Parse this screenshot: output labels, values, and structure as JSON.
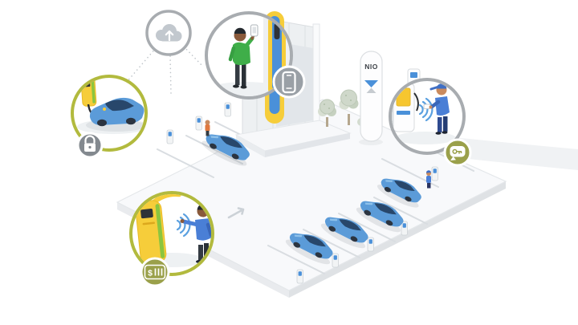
{
  "page": {
    "title": "NIO charging station services illustration",
    "background": "#ffffff"
  },
  "branding": {
    "tower_logo": "NIO"
  },
  "colors": {
    "accent_blue": "#4a90d9",
    "wifi_blue": "#5aa0e0",
    "car_blue": "#5b9bd8",
    "brand_yellow": "#f6cd3a",
    "brand_green": "#8bc53f",
    "shirt_green": "#3fae49",
    "uniform_blue": "#4a7fd6",
    "ring_gray": "#a8acb0",
    "ring_olive": "#b2ba3e",
    "badge_dark_gray": "#83898f",
    "badge_gray": "#9aa0a6",
    "badge_olive": "#9aa04a"
  },
  "callouts": {
    "cloud": {
      "icon": "cloud-upload-icon"
    },
    "car_charging": {
      "icon": "lock-icon"
    },
    "phone_user": {
      "icon": "smartphone-icon"
    },
    "attendant": {
      "icon": "key-chat-icon"
    },
    "payment": {
      "icon": "payment-icon",
      "label": "$"
    }
  },
  "scene": {
    "cars_on_lot": 5,
    "charging_posts": 8,
    "trees": 2
  }
}
